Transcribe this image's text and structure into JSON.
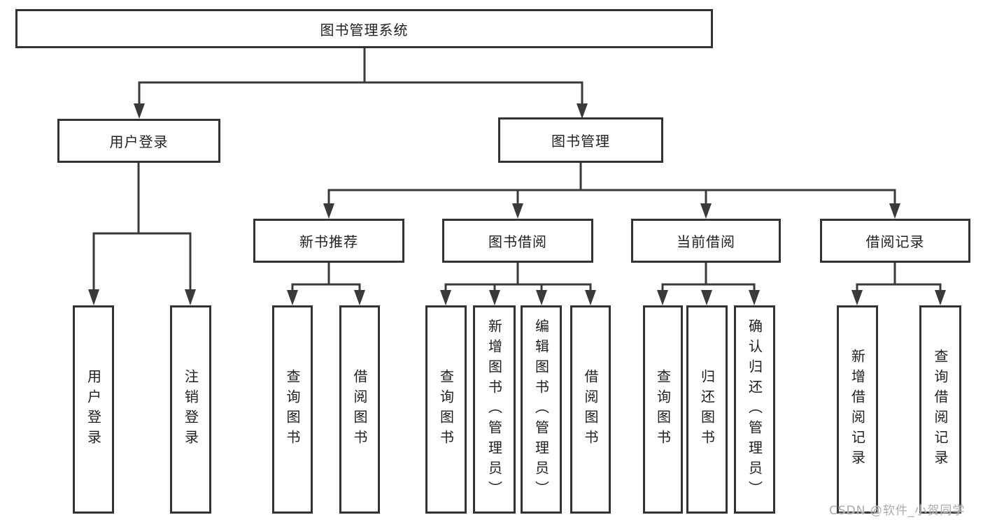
{
  "tree": {
    "label": "图书管理系统",
    "children": [
      {
        "label": "用户登录",
        "children": [
          {
            "label": "用户登录"
          },
          {
            "label": "注销登录"
          }
        ]
      },
      {
        "label": "图书管理",
        "children": [
          {
            "label": "新书推荐",
            "children": [
              {
                "label": "查询图书"
              },
              {
                "label": "借阅图书"
              }
            ]
          },
          {
            "label": "图书借阅",
            "children": [
              {
                "label": "查询图书"
              },
              {
                "label": "新增图书（管理员）"
              },
              {
                "label": "编辑图书（管理员）"
              },
              {
                "label": "借阅图书"
              }
            ]
          },
          {
            "label": "当前借阅",
            "children": [
              {
                "label": "查询图书"
              },
              {
                "label": "归还图书"
              },
              {
                "label": "确认归还（管理员）"
              }
            ]
          },
          {
            "label": "借阅记录",
            "children": [
              {
                "label": "新增借阅记录"
              },
              {
                "label": "查询借阅记录"
              }
            ]
          }
        ]
      }
    ]
  },
  "watermark": "CSDN @软件_小贺同学",
  "colors": {
    "background": "#ffffff",
    "box_border": "#333333",
    "connector_line": "#3a3a3a",
    "text": "#1f1f1f",
    "watermark_text": "#ababab"
  }
}
